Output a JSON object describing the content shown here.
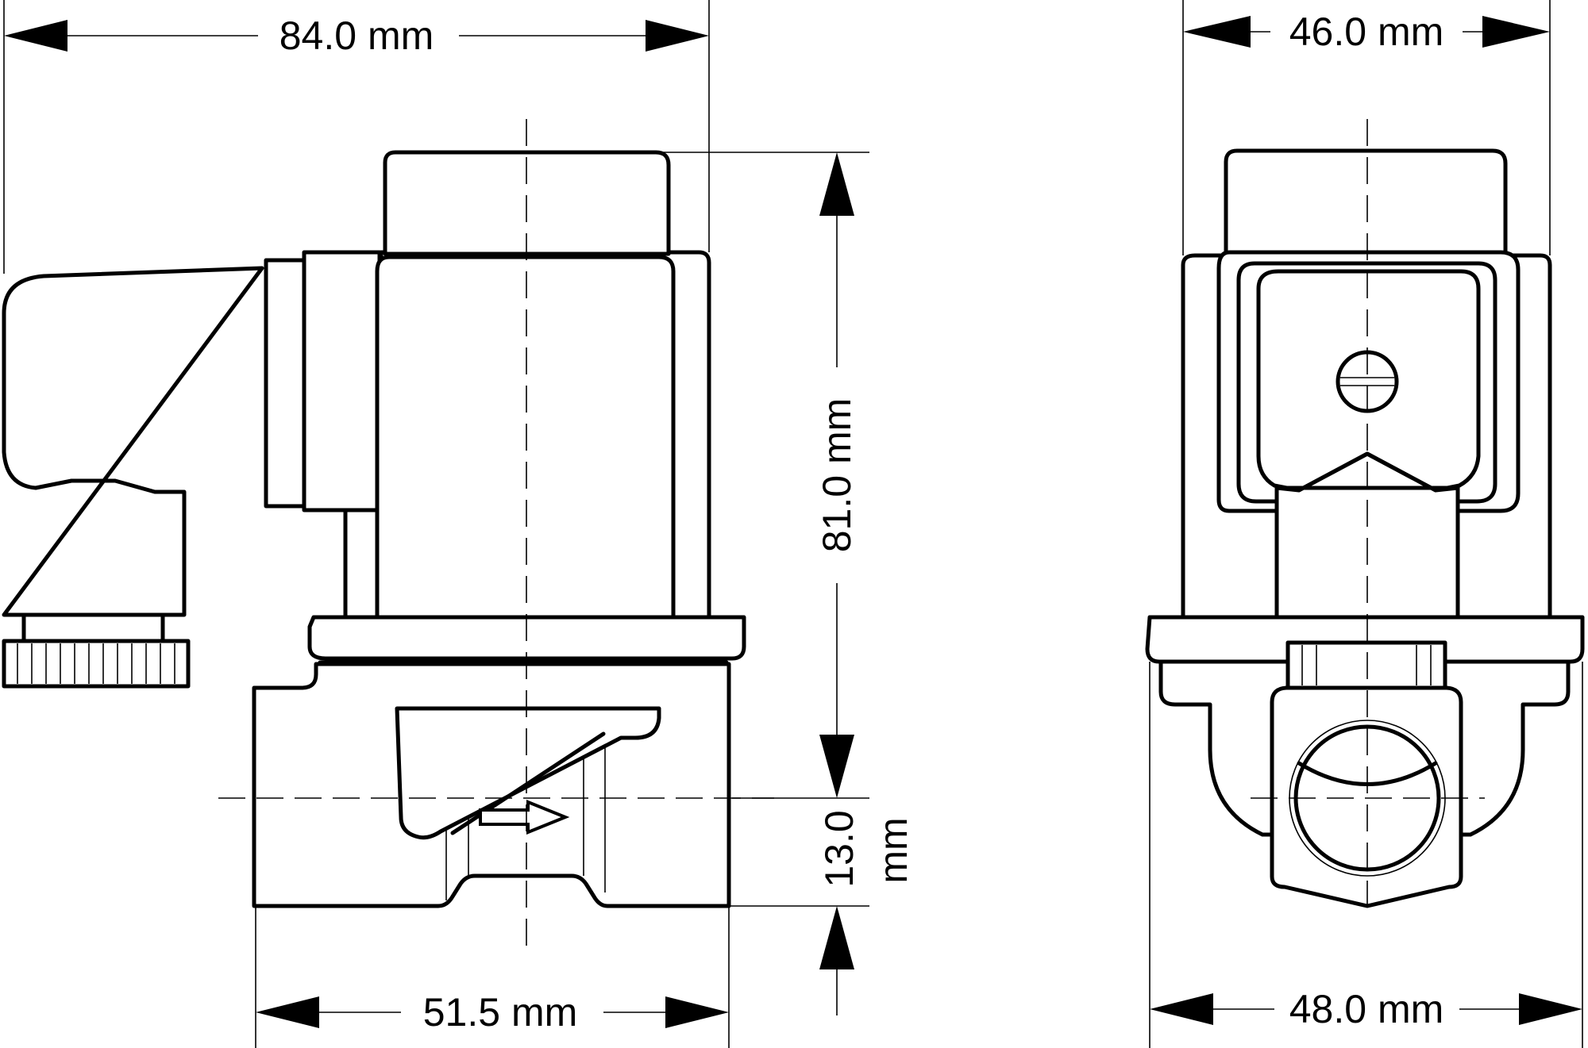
{
  "dimensions": {
    "overall_width": "84.0 mm",
    "front_width": "46.0 mm",
    "height": "81.0 mm",
    "port_height_value": "13.0",
    "port_height_unit": "mm",
    "body_length": "51.5 mm",
    "body_width": "48.0 mm"
  }
}
